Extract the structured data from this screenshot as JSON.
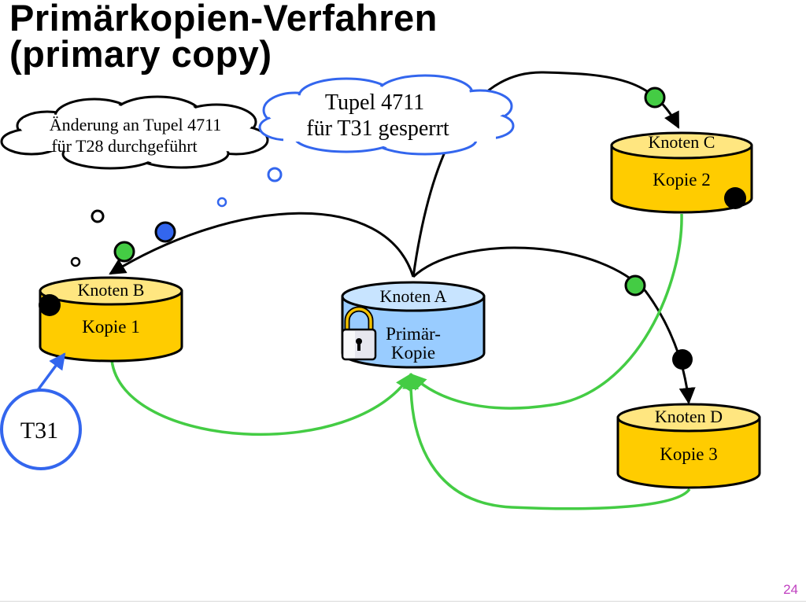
{
  "title": {
    "line1": "Primärkopien-Verfahren",
    "line2": "(primary copy)"
  },
  "nodes": {
    "a": {
      "name": "Knoten A",
      "line1": "Primär-",
      "line2": "Kopie"
    },
    "b": {
      "name": "Knoten B",
      "line1": "Kopie 1"
    },
    "c": {
      "name": "Knoten C",
      "line1": "Kopie 2"
    },
    "d": {
      "name": "Knoten D",
      "line1": "Kopie 3"
    }
  },
  "clouds": {
    "left": {
      "line1": "Änderung an Tupel 4711",
      "line2": "für T28 durchgeführt"
    },
    "right": {
      "line1": "Tupel 4711",
      "line2": "für  T31 gesperrt"
    }
  },
  "transaction": {
    "label": "T31"
  },
  "lock_icon": "padlock-icon",
  "page_number": "24",
  "colors": {
    "cylinder_yellow": "#ffcc00",
    "cylinder_top_yellow": "#ffe680",
    "cylinder_blue": "#99ccff",
    "cylinder_top_blue": "#c8e4ff",
    "message_green": "#44cc44",
    "cloud_blue": "#3366ee",
    "page_number": "#c040c0"
  }
}
